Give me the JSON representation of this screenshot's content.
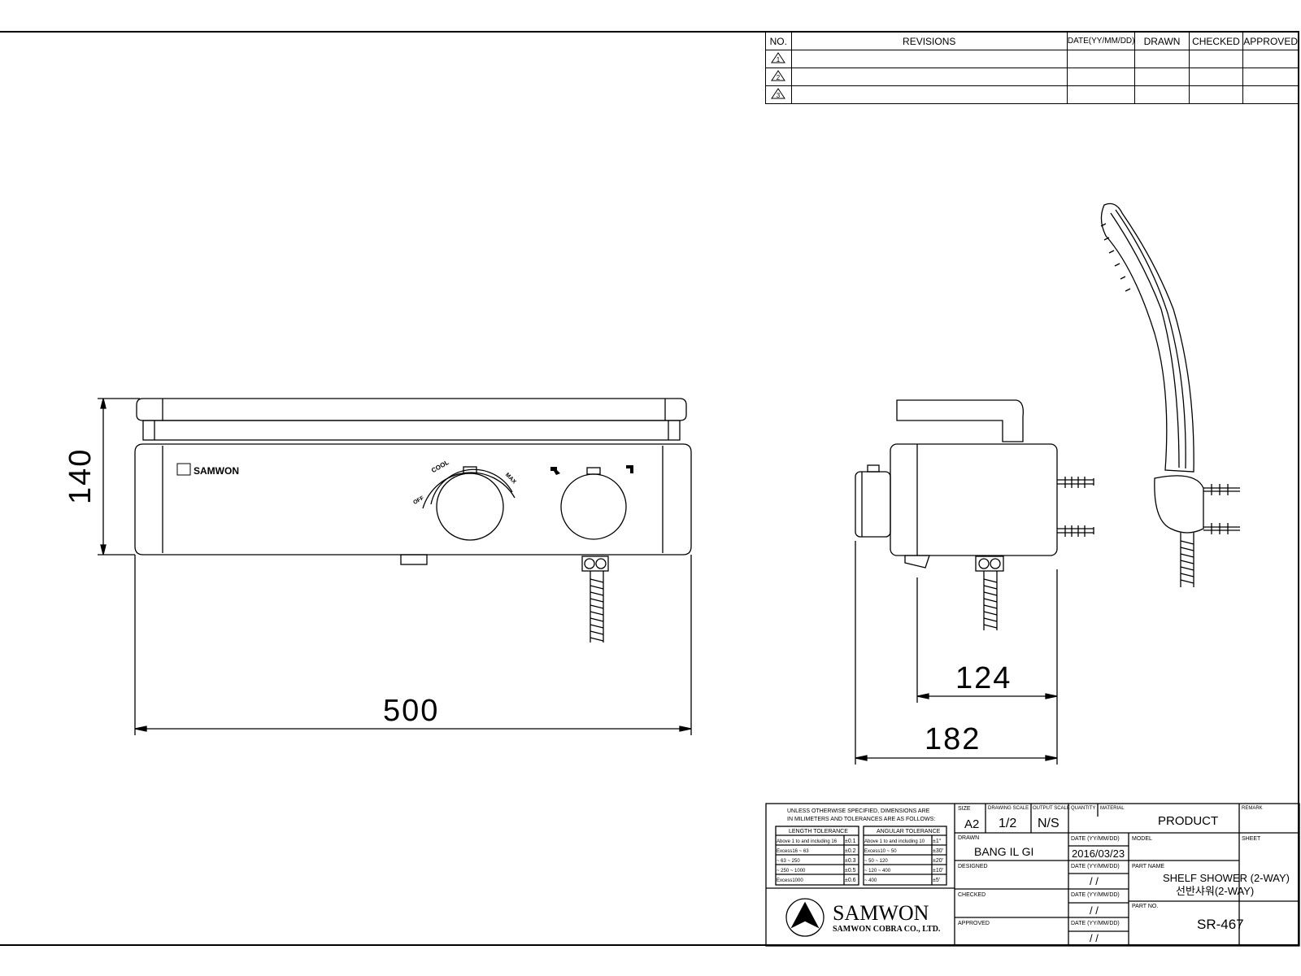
{
  "revisions": {
    "headers": [
      "NO.",
      "REVISIONS",
      "DATE(YY/MM/DD)",
      "DRAWN",
      "CHECKED",
      "APPROVED"
    ],
    "rows": [
      "1",
      "2",
      "3"
    ]
  },
  "front_view": {
    "brand": "SAMWON",
    "knob_labels": [
      "OFF",
      "COOL",
      "MAX"
    ],
    "dim_height": "140",
    "dim_width": "500"
  },
  "side_view": {
    "dim_inner": "124",
    "dim_outer": "182"
  },
  "title_block": {
    "tolerance_note_1": "UNLESS OTHERWISE SPECIFIED, DIMENSIONS ARE",
    "tolerance_note_2": "IN MILIMETERS AND TOLERANCES ARE AS FOLLOWS:",
    "length_tolerance": {
      "header": "LENGTH TOLERANCE",
      "rows": [
        [
          "Above 1 to and including 16",
          "±0.1"
        ],
        [
          "Excess16  ~  63",
          "±0.2"
        ],
        [
          "~ 63  ~  250",
          "±0.3"
        ],
        [
          "~ 250  ~  1000",
          "±0.5"
        ],
        [
          "Excess1000",
          "±0.6"
        ]
      ]
    },
    "angular_tolerance": {
      "header": "ANGULAR TOLERANCE",
      "rows": [
        [
          "Above 1 to and including 10",
          "±1°"
        ],
        [
          "Excess10  ~  50",
          "±30'"
        ],
        [
          "~ 50  ~  120",
          "±20'"
        ],
        [
          "~ 120  ~  400",
          "±10'"
        ],
        [
          "~ 400",
          "±5'"
        ]
      ]
    },
    "size_label": "SIZE",
    "size": "A2",
    "drawing_scale_label": "DRAWING SCALE",
    "drawing_scale": "1/2",
    "output_scale_label": "OUTPUT SCALE",
    "output_scale": "N/S",
    "quantity_label": "QUANTITY",
    "material_label": "MATERIAL",
    "material": "PRODUCT",
    "remark_label": "REMARK",
    "drawn_label": "DRAWN",
    "drawn": "BANG IL GI",
    "date_label": "DATE (YY/MM/DD)",
    "drawn_date": "2016/03/23",
    "empty_date": "/ /",
    "model_label": "MODEL",
    "sheet_label": "SHEET",
    "designed_label": "DESIGNED",
    "part_name_label": "PART NAME",
    "part_name_en": "SHELF SHOWER (2-WAY)",
    "part_name_ko": "선반샤워(2-WAY)",
    "checked_label": "CHECKED",
    "approved_label": "APPROVED",
    "part_no_label": "PART NO.",
    "part_no": "SR-467",
    "company": "SAMWON",
    "company_full": "SAMWON COBRA CO., LTD."
  }
}
